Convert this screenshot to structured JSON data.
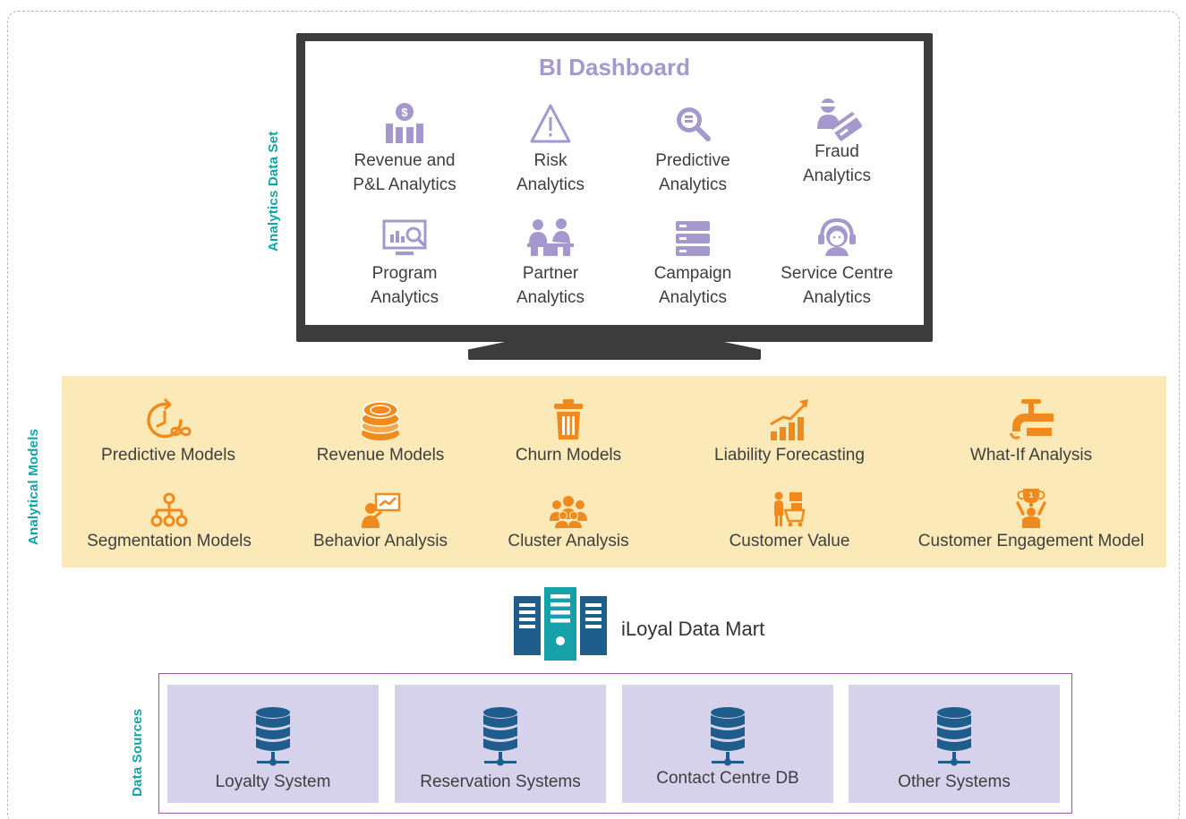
{
  "side_labels": {
    "analytics_data_set": "Analytics Data Set",
    "analytical_models": "Analytical Models",
    "data_sources": "Data Sources"
  },
  "dashboard": {
    "title": "BI Dashboard",
    "items": [
      {
        "label": "Revenue and\nP&L Analytics",
        "icon": "revenue-chart-icon"
      },
      {
        "label": "Risk\nAnalytics",
        "icon": "warning-triangle-icon"
      },
      {
        "label": "Predictive\nAnalytics",
        "icon": "magnifier-icon"
      },
      {
        "label": "Fraud\nAnalytics",
        "icon": "fraud-card-icon"
      },
      {
        "label": "Program\nAnalytics",
        "icon": "monitor-chart-icon"
      },
      {
        "label": "Partner\nAnalytics",
        "icon": "partners-meeting-icon"
      },
      {
        "label": "Campaign\nAnalytics",
        "icon": "stack-list-icon"
      },
      {
        "label": "Service Centre\nAnalytics",
        "icon": "headset-agent-icon"
      }
    ]
  },
  "models": [
    {
      "label": "Predictive Models",
      "icon": "clock-infinity-icon"
    },
    {
      "label": "Revenue Models",
      "icon": "coin-stack-icon"
    },
    {
      "label": "Churn Models",
      "icon": "trash-bin-icon"
    },
    {
      "label": "Liability Forecasting",
      "icon": "growth-bars-icon"
    },
    {
      "label": "What-If Analysis",
      "icon": "pipe-valve-icon"
    },
    {
      "label": "Segmentation Models",
      "icon": "hierarchy-icon"
    },
    {
      "label": "Behavior Analysis",
      "icon": "presenter-icon"
    },
    {
      "label": "Cluster Analysis",
      "icon": "people-group-icon"
    },
    {
      "label": "Customer Value",
      "icon": "cart-shopper-icon"
    },
    {
      "label": "Customer Engagement Model",
      "icon": "trophy-person-icon"
    }
  ],
  "datamart": {
    "label": "iLoyal Data Mart",
    "icon": "server-rack-icon"
  },
  "sources": [
    {
      "label": "Loyalty System",
      "icon": "database-icon"
    },
    {
      "label": "Reservation Systems",
      "icon": "database-icon"
    },
    {
      "label": "Contact Centre DB",
      "icon": "database-icon"
    },
    {
      "label": "Other Systems",
      "icon": "database-icon"
    }
  ],
  "colors": {
    "teal": "#11a3a7",
    "purple": "#a598cf",
    "orange": "#f08a1c",
    "band": "#fbeab7",
    "navy": "#1f5e8c",
    "source_box": "#d6d2ec",
    "frame_purple": "#9b5aa5",
    "monitor": "#3c3c3c"
  }
}
